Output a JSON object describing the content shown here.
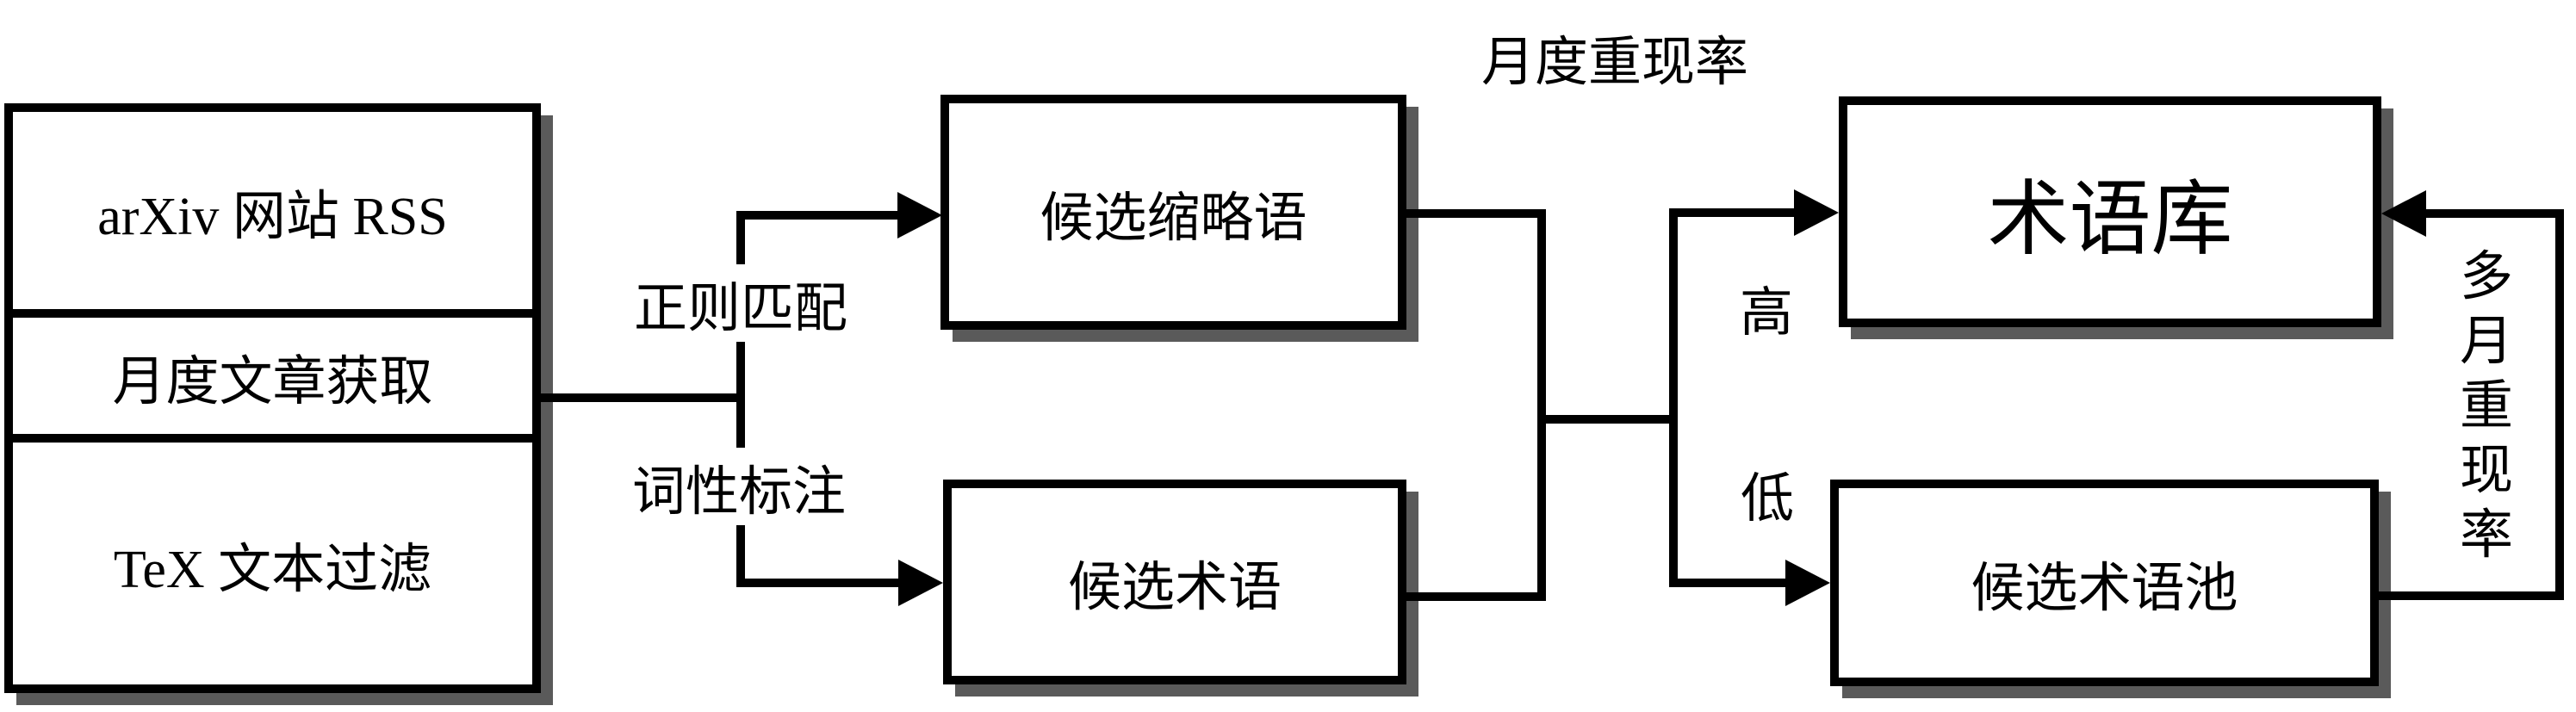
{
  "colors": {
    "line": "#000000",
    "shadow": "#5a5a5a",
    "background": "#ffffff"
  },
  "labels": {
    "monthly_rate": "月度重现率",
    "regex_match": "正则匹配",
    "pos_tagging": "词性标注",
    "high": "高",
    "low": "低",
    "multi_month_rate": "多月重现率"
  },
  "boxes": {
    "source": {
      "rows": [
        "arXiv 网站 RSS",
        "月度文章获取",
        "TeX 文本过滤"
      ]
    },
    "candidate_abbr": {
      "label": "候选缩略语"
    },
    "candidate_term": {
      "label": "候选术语"
    },
    "term_bank": {
      "label": "术语库"
    },
    "candidate_pool": {
      "label": "候选术语池"
    }
  }
}
